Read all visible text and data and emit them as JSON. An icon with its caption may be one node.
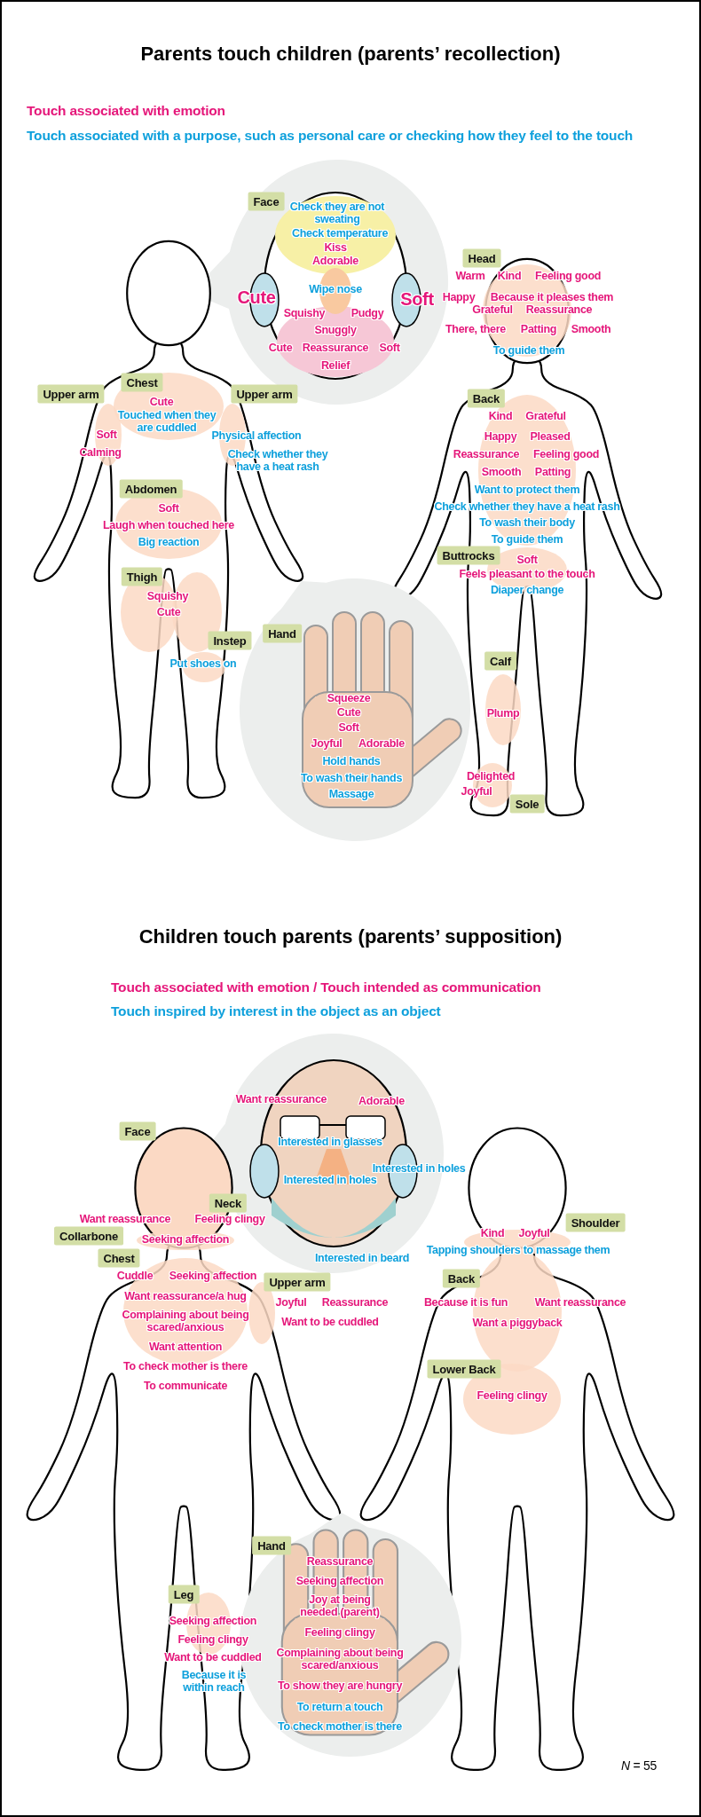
{
  "diagram": {
    "title": "Parents touch children (parents’ recollection)",
    "nodes": [
      {
        "text": [
          "Face"
        ],
        "beside": [
          "Check they are not sweating",
          "Check temperature",
          "Kiss",
          "Adorable",
          "Wipe nose",
          "Cute",
          "Soft",
          "Squishy",
          "Pudgy",
          "Snuggly",
          "Cute",
          "Reassurance",
          "Soft",
          "Relief"
        ]
      },
      {
        "text": [
          "Head"
        ],
        "beside": [
          "Warm",
          "Kind",
          "Feeling good",
          "Happy",
          "Because it pleases them",
          "Grateful",
          "Reassurance",
          "There, there",
          "Patting",
          "Smooth",
          "To guide them"
        ]
      },
      {
        "text": [
          "Upper arm"
        ],
        "beside": [
          "Soft",
          "Calming"
        ]
      },
      {
        "text": [
          "Chest"
        ],
        "beside": [
          "Cute",
          "Touched when they are cuddled"
        ]
      },
      {
        "text": [
          "Upper arm"
        ],
        "beside": [
          "Physical affection",
          "Check whether they have a heat rash"
        ]
      },
      {
        "text": [
          "Back"
        ],
        "beside": [
          "Kind",
          "Grateful",
          "Happy",
          "Pleased",
          "Reassurance",
          "Feeling good",
          "Smooth",
          "Patting",
          "Want to protect them",
          "Check whether they have a heat rash",
          "To wash their body",
          "To guide them"
        ]
      },
      {
        "text": [
          "Abdomen"
        ],
        "beside": [
          "Soft",
          "Laugh when touched here",
          "Big reaction"
        ]
      },
      {
        "text": [
          "Buttrocks"
        ],
        "beside": [
          "Soft",
          "Feels pleasant to the touch",
          "Diaper change"
        ]
      },
      {
        "text": [
          "Thigh"
        ],
        "beside": [
          "Squishy",
          "Cute"
        ]
      },
      {
        "text": [
          "Hand"
        ],
        "beside": [
          "Squeeze",
          "Cute",
          "Soft",
          "Joyful",
          "Adorable",
          "Hold hands",
          "To wash their hands",
          "Massage"
        ]
      },
      {
        "text": [
          "Calf"
        ],
        "beside": [
          "Plump"
        ]
      },
      {
        "text": [
          "Instep"
        ],
        "beside": [
          "Put shoes on"
        ]
      },
      {
        "text": [
          "Sole"
        ],
        "beside": [
          "Delighted",
          "Joyful"
        ]
      },
      {
        "text": [
          "Face"
        ],
        "beside": [
          "Want reassurance",
          "Adorable",
          "Interested in glasses",
          "Interested in holes",
          "Interested in holes"
        ]
      },
      {
        "text": [
          "Neck"
        ],
        "beside": [
          "Feeling clingy"
        ]
      },
      {
        "text": [
          "Collarbone"
        ],
        "beside": [
          "Want reassurance"
        ]
      },
      {
        "text": [
          "Chest"
        ],
        "beside": [
          "Seeking affection",
          "Cuddle",
          "Seeking affection",
          "Want reassurance/a hug",
          "Complaining about being scared/anxious",
          "Want attention",
          "To check mother is there",
          "To communicate"
        ]
      },
      {
        "text": [
          "Upper arm"
        ],
        "beside": [
          "Joyful",
          "Reassurance",
          "Want to be cuddled"
        ]
      },
      {
        "text": [
          "Shoulder"
        ],
        "beside": [
          "Kind",
          "Joyful",
          "Tapping shoulders to massage them"
        ]
      },
      {
        "text": [
          "Back"
        ],
        "beside": [
          "Because it is fun",
          "Want reassurance",
          "Want a piggyback"
        ]
      },
      {
        "text": [
          "Lower Back"
        ],
        "beside": [
          "Feeling clingy"
        ]
      },
      {
        "text": [
          "Hand"
        ],
        "beside": [
          "Reassurance",
          "Seeking affection",
          "Joy at being needed (parent)",
          "Feeling clingy",
          "Complaining about being scared/anxious",
          "To show they are hungry",
          "To return a touch",
          "To check mother is there"
        ]
      },
      {
        "text": [
          "Leg"
        ],
        "beside": [
          "Seeking affection",
          "Feeling clingy",
          "Want to be cuddled",
          "Because it is within reach"
        ]
      }
    ],
    "labels": [
      "Children touch parents (parents’ supposition)",
      "Interested in beard",
      "*N* = 55"
    ],
    "legend": [
      {
        "text": "Touch associated with emotion",
        "color": "#e5177a"
      },
      {
        "text": "Touch associated with a purpose, such as personal care or checking how they feel to the touch",
        "color": "#0ea0dc"
      },
      {
        "text": "Touch associated with emotion / Touch intended as communication",
        "color": "#e5177a"
      },
      {
        "text": "Touch inspired by interest in the object as an object",
        "color": "#0ea0dc"
      }
    ]
  }
}
